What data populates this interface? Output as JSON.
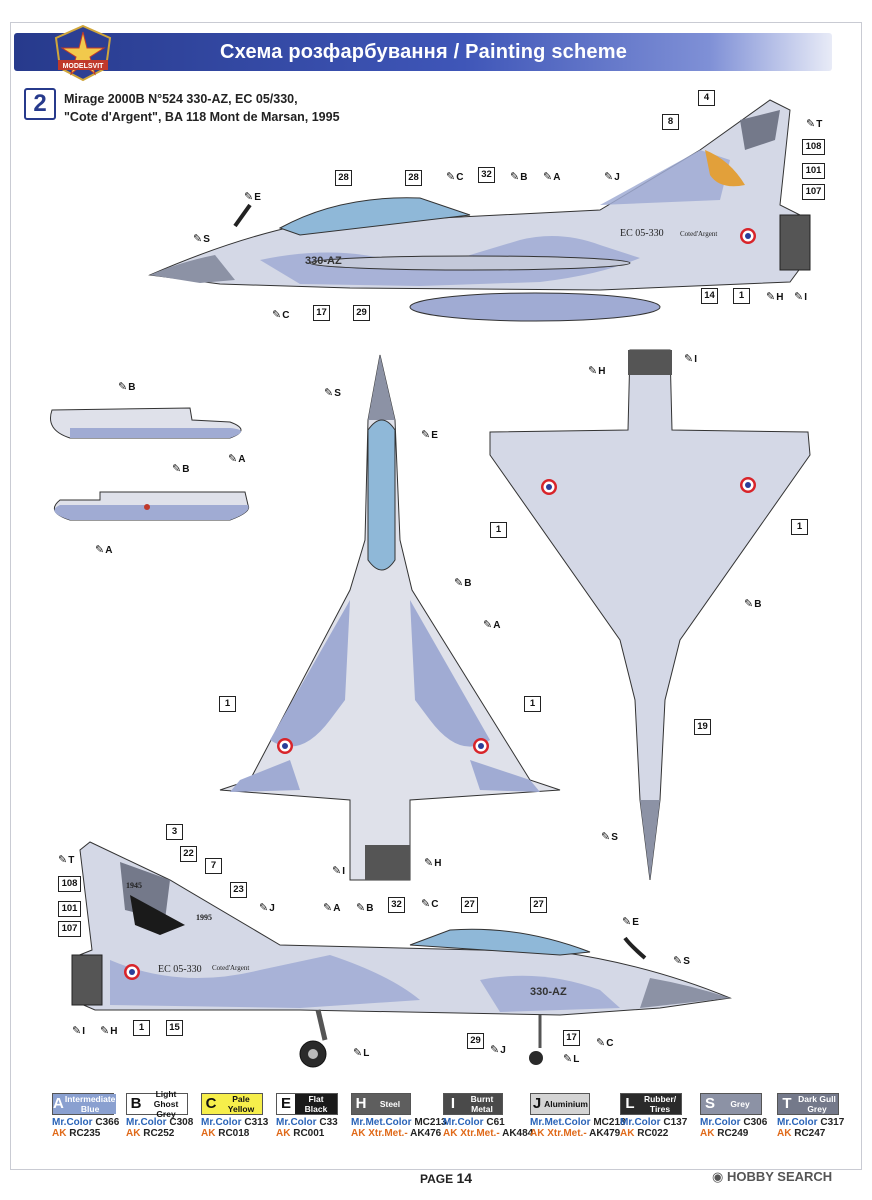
{
  "header": {
    "title": "Схема розфарбування / Painting scheme",
    "logo_text": "MODELSVIT"
  },
  "step": {
    "number": "2"
  },
  "caption": {
    "line1": "Mirage 2000B N°524 330-AZ, EC 05/330,",
    "line2": "\"Cote d'Argent\", BA 118 Mont de Marsan, 1995"
  },
  "markings": {
    "code": "330-AZ",
    "unit": "EC 05-330",
    "name": "Coted'Argent",
    "year1": "1945",
    "year2": "1995"
  },
  "colors": {
    "A": "#a3aed3",
    "B": "#dfe1ea",
    "C": "#f6ee4b",
    "dark_gray": "#4a4a4a"
  },
  "callouts": [
    "4",
    "8",
    "108",
    "101",
    "107",
    "28",
    "28",
    "32",
    "17",
    "29",
    "14",
    "1",
    "1",
    "1",
    "1",
    "1",
    "19",
    "3",
    "22",
    "7",
    "23",
    "108",
    "101",
    "107",
    "32",
    "27",
    "27",
    "29",
    "17",
    "15",
    "1"
  ],
  "paints": [
    "E",
    "S",
    "C",
    "B",
    "A",
    "J",
    "T",
    "C",
    "H",
    "I",
    "B",
    "A",
    "B",
    "A",
    "S",
    "E",
    "H",
    "I",
    "B",
    "A",
    "B",
    "S",
    "T",
    "I",
    "H",
    "J",
    "A",
    "B",
    "C",
    "E",
    "S",
    "J",
    "L",
    "C",
    "L",
    "I",
    "H"
  ],
  "legend": [
    {
      "letter": "A",
      "name": "Intermediate Blue",
      "mc_label": "Mr.Color",
      "mc": "C366",
      "ak_label": "AK",
      "ak": "RC235",
      "bg": "#8aa0d0",
      "fg": "#ffffff",
      "ltr_bg": "#8aa0d0",
      "ltr_fg": "#ffffff"
    },
    {
      "letter": "B",
      "name": "Light Ghost Grey",
      "mc_label": "Mr.Color",
      "mc": "C308",
      "ak_label": "AK",
      "ak": "RC252",
      "bg": "#ffffff",
      "fg": "#111111",
      "ltr_bg": "#ffffff",
      "ltr_fg": "#111111"
    },
    {
      "letter": "C",
      "name": "Pale Yellow",
      "mc_label": "Mr.Color",
      "mc": "C313",
      "ak_label": "AK",
      "ak": "RC018",
      "bg": "#f6ee4b",
      "fg": "#111111",
      "ltr_bg": "#f6ee4b",
      "ltr_fg": "#111111"
    },
    {
      "letter": "E",
      "name": "Flat Black",
      "mc_label": "Mr.Color",
      "mc": "C33",
      "ak_label": "AK",
      "ak": "RC001",
      "bg": "#1a1a1a",
      "fg": "#ffffff",
      "ltr_bg": "#ffffff",
      "ltr_fg": "#111111"
    },
    {
      "letter": "H",
      "name": "Steel",
      "mc_label": "Mr.Met.Color",
      "mc": "MC213",
      "ak_label": "AK Xtr.Met.-",
      "ak": "AK476",
      "bg": "#5e5e5e",
      "fg": "#ffffff",
      "ltr_bg": "#5e5e5e",
      "ltr_fg": "#ffffff"
    },
    {
      "letter": "I",
      "name": "Burnt Metal",
      "mc_label": "Mr.Color",
      "mc": "C61",
      "ak_label": "AK Xtr.Met.-",
      "ak": "AK484",
      "bg": "#4a4a4a",
      "fg": "#ffffff",
      "ltr_bg": "#4a4a4a",
      "ltr_fg": "#ffffff"
    },
    {
      "letter": "J",
      "name": "Aluminium",
      "mc_label": "Mr.Met.Color",
      "mc": "MC218",
      "ak_label": "AK Xtr.Met.-",
      "ak": "AK479",
      "bg": "#d4d4d4",
      "fg": "#111111",
      "ltr_bg": "#d4d4d4",
      "ltr_fg": "#111111"
    },
    {
      "letter": "L",
      "name": "Rubber/ Tires",
      "mc_label": "Mr.Color",
      "mc": "C137",
      "ak_label": "AK",
      "ak": "RC022",
      "bg": "#2a2a2a",
      "fg": "#ffffff",
      "ltr_bg": "#2a2a2a",
      "ltr_fg": "#ffffff"
    },
    {
      "letter": "S",
      "name": "Grey",
      "mc_label": "Mr.Color",
      "mc": "C306",
      "ak_label": "AK",
      "ak": "RC249",
      "bg": "#8c92a5",
      "fg": "#ffffff",
      "ltr_bg": "#8c92a5",
      "ltr_fg": "#ffffff"
    },
    {
      "letter": "T",
      "name": "Dark Gull Grey",
      "mc_label": "Mr.Color",
      "mc": "C317",
      "ak_label": "AK",
      "ak": "RC247",
      "bg": "#74798a",
      "fg": "#ffffff",
      "ltr_bg": "#74798a",
      "ltr_fg": "#ffffff"
    }
  ],
  "footer": {
    "page_label": "PAGE",
    "page_number": "14",
    "watermark": "HOBBY SEARCH"
  }
}
